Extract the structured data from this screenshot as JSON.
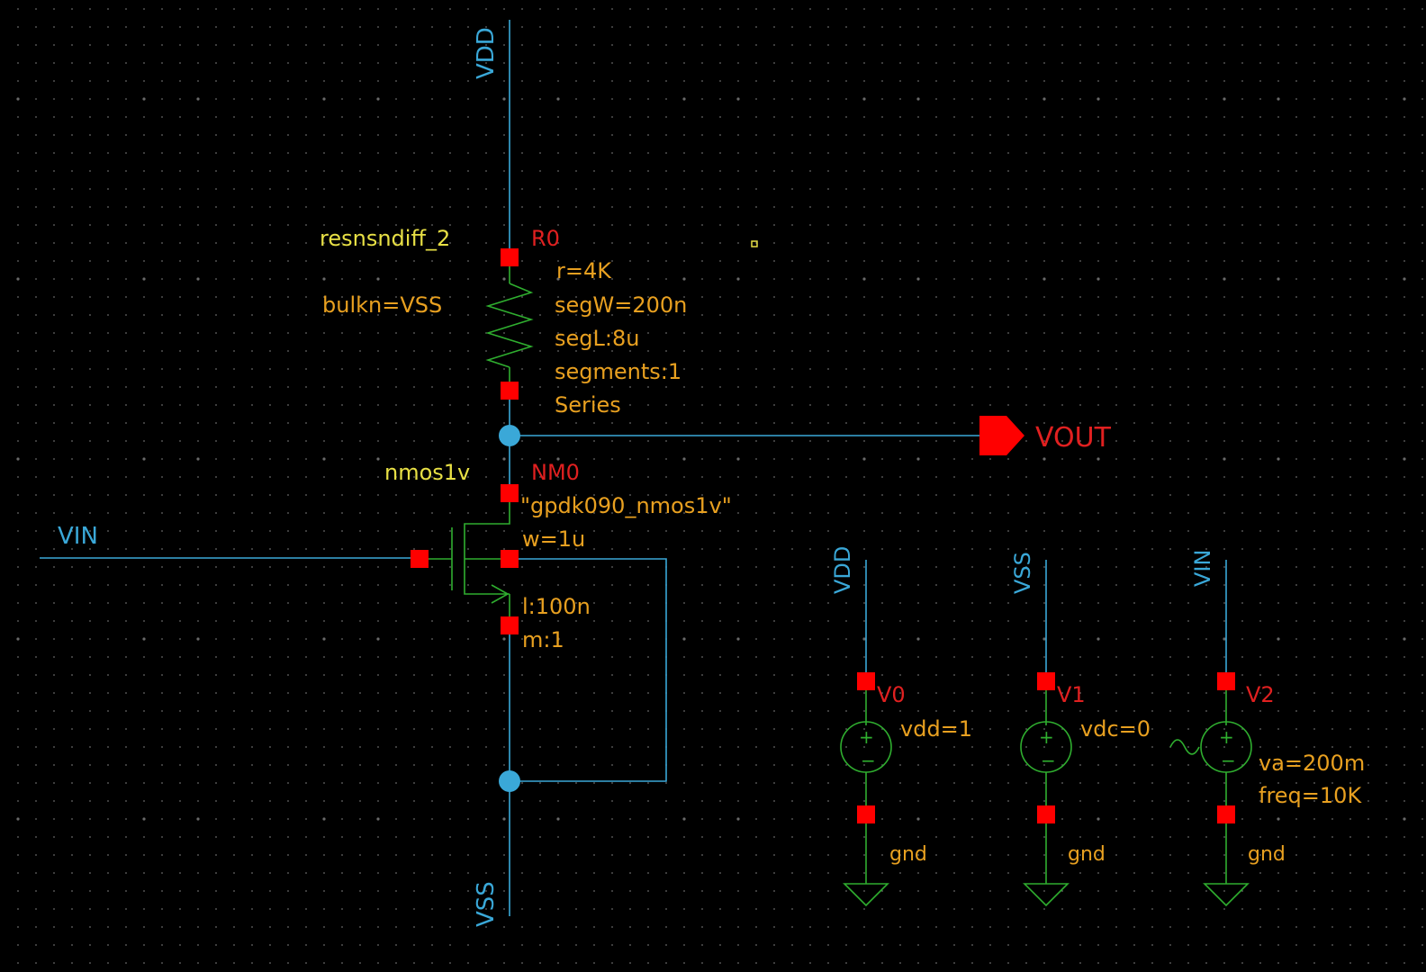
{
  "nets": {
    "vdd_top": "VDD",
    "vss_bottom": "VSS",
    "vin_left": "VIN",
    "vout": "VOUT",
    "src_vdd": "VDD",
    "src_vss": "VSS",
    "src_vin": "VIN"
  },
  "resistor": {
    "cell": "resnsndiff_2",
    "instance": "R0",
    "bulk": "bulkn=VSS",
    "props": [
      "r=4K",
      "segW=200n",
      "segL:8u",
      "segments:1",
      "Series"
    ]
  },
  "nmos": {
    "cell": "nmos1v",
    "instance": "NM0",
    "props": [
      "\"gpdk090_nmos1v\"",
      "w=1u",
      "l:100n",
      "m:1"
    ]
  },
  "sources": [
    {
      "instance": "V0",
      "param": "vdd=1",
      "gnd": "gnd"
    },
    {
      "instance": "V1",
      "param": "vdc=0",
      "gnd": "gnd"
    },
    {
      "instance": "V2",
      "params": [
        "va=200m",
        "freq=10K"
      ],
      "gnd": "gnd"
    }
  ],
  "colors": {
    "wire": "#3aa8d8",
    "device": "#2fae2f",
    "pin": "#ff0000",
    "instance_label": "#e02020",
    "property_label": "#e8a020",
    "cell_label": "#e8e045",
    "background": "#000000"
  }
}
